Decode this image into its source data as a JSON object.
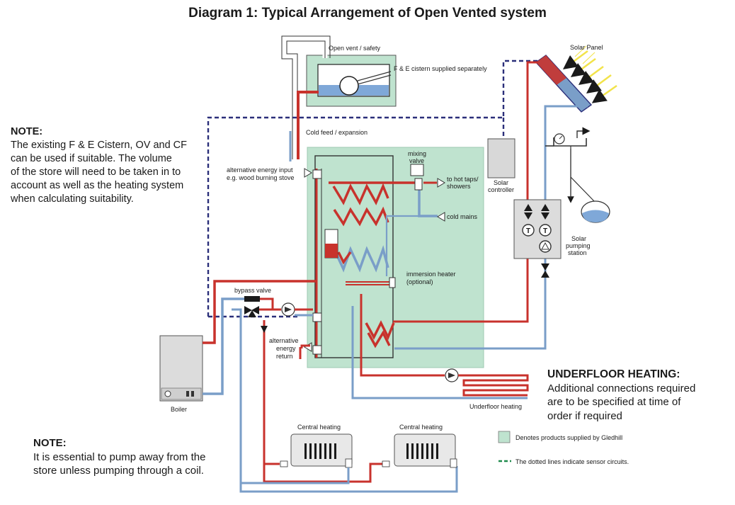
{
  "title": "Diagram 1:  Typical Arrangement of Open Vented system",
  "note_top": {
    "heading": "NOTE:",
    "lines": [
      "The existing F & E Cistern, OV and CF",
      "can be used if suitable.  The volume",
      "of the store will need to be taken in to",
      "account as well as the heating system",
      "when calculating suitability."
    ]
  },
  "note_bottom": {
    "heading": "NOTE:",
    "lines": [
      "It is essential to pump away from the",
      "store unless pumping through a coil."
    ]
  },
  "underfloor_note": {
    "heading": "UNDERFLOOR HEATING:",
    "lines": [
      "Additional connections required",
      "are to be specified at time of",
      "order if required"
    ]
  },
  "labels": {
    "open_vent": "Open vent / safety",
    "fe_cistern": "F & E cistern supplied separately",
    "solar_panel": "Solar Panel",
    "cold_feed": "Cold feed / expansion",
    "alt_input_1": "alternative energy input",
    "alt_input_2": "e.g. wood burning stove",
    "mixing_1": "mixing",
    "mixing_2": "valve",
    "hot_taps_1": "to hot taps/",
    "hot_taps_2": "showers",
    "cold_mains": "cold mains",
    "solar_controller_1": "Solar",
    "solar_controller_2": "controller",
    "solar_pumping_1": "Solar",
    "solar_pumping_2": "pumping",
    "solar_pumping_3": "station",
    "immersion_1": "immersion heater",
    "immersion_2": "(optional)",
    "bypass": "bypass valve",
    "alt_return_1": "alternative",
    "alt_return_2": "energy",
    "alt_return_3": "return",
    "boiler": "Boiler",
    "central_heating_1": "Central heating",
    "central_heating_2": "Central heating",
    "underfloor": "Underfloor heating"
  },
  "legend": {
    "gledhill": "Denotes products supplied by Gledhill",
    "dotted": "The dotted lines indicate sensor circuits."
  },
  "colors": {
    "store_fill": "#bfe3cf",
    "hot_pipe": "#c8322c",
    "cold_pipe": "#7a9ec8",
    "sensor_line": "#2b2f7a",
    "legend_dotted": "#1f8a4c",
    "water": "#7fa8d8"
  }
}
